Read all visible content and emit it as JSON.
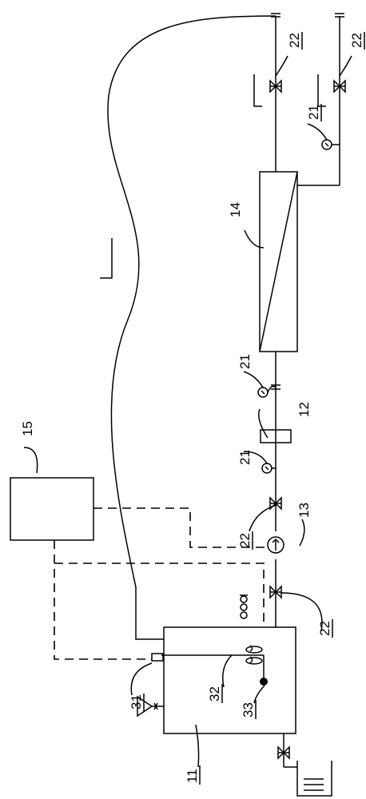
{
  "diagram": {
    "labels": {
      "tank": "11",
      "filter": "12",
      "pump": "13",
      "membrane": "14",
      "controller": "15",
      "valve": "22",
      "gauge": "21",
      "sensor": "31",
      "shaft": "32",
      "probe": "33"
    },
    "icons": {
      "valve": "butterfly-valve-icon",
      "gauge": "pressure-gauge-icon",
      "pump": "pump-icon",
      "flange": "flange-icon",
      "stirrer": "stirrer-icon",
      "funnel": "funnel-icon",
      "beaker": "beaker-icon"
    }
  }
}
